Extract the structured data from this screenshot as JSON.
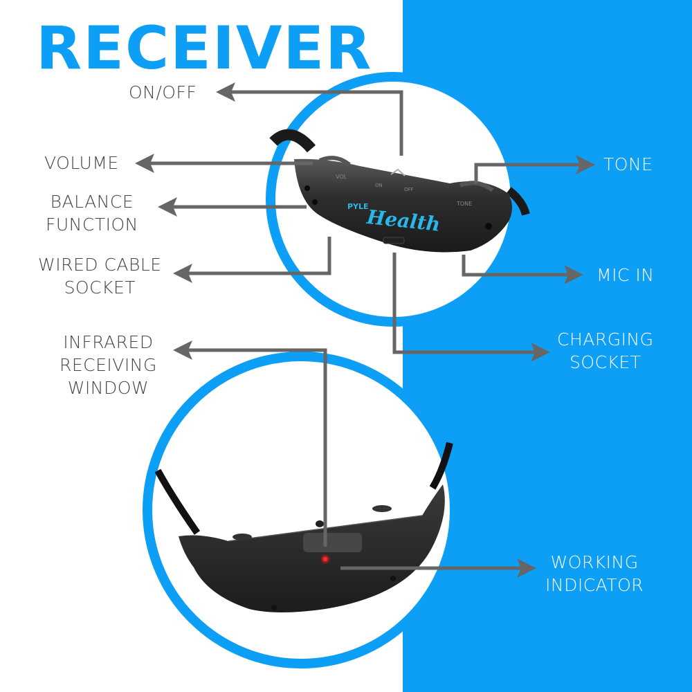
{
  "header": {
    "title": "RECEIVER"
  },
  "colors": {
    "accent": "#0d9ef5",
    "arrow": "#666666",
    "device": "#2a2a2a",
    "logo": "#29b8ea",
    "led": "#ff2a2a",
    "text_dark": "#444444",
    "text_light": "#ffffff"
  },
  "device_top": {
    "brand": "PYLE",
    "model_script": "Health",
    "markings": [
      "VOL",
      "ON",
      "OFF",
      "TONE"
    ]
  },
  "labels": {
    "on_off": [
      "ON/OFF"
    ],
    "volume": [
      "VOLUME"
    ],
    "balance": [
      "BALANCE",
      "FUNCTION"
    ],
    "wired_cable": [
      "WIRED CABLE",
      "SOCKET"
    ],
    "tone": [
      "TONE"
    ],
    "mic_in": [
      "MIC IN"
    ],
    "charging": [
      "CHARGING",
      "SOCKET"
    ],
    "infrared": [
      "INFRARED",
      "RECEIVING",
      "WINDOW"
    ],
    "working": [
      "WORKING",
      "INDICATOR"
    ]
  }
}
